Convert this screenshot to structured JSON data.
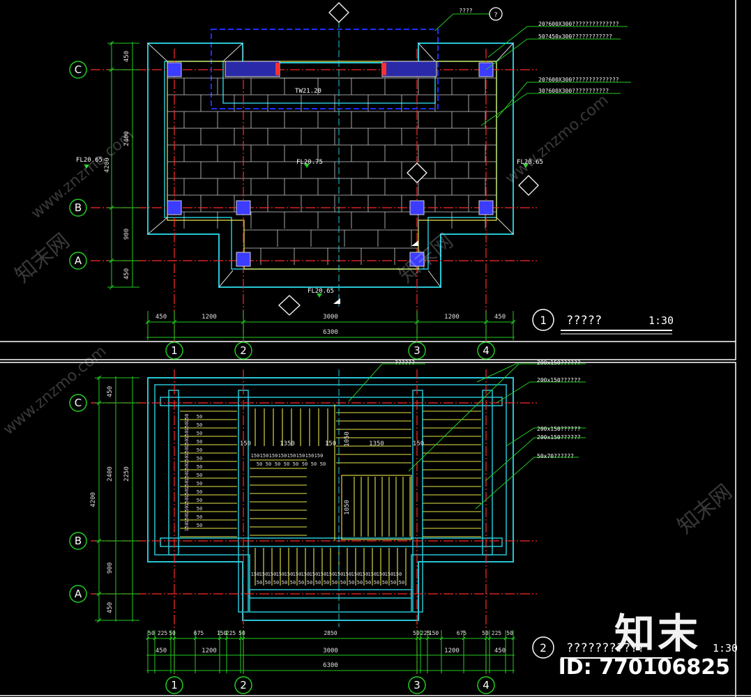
{
  "plan1": {
    "number": "1",
    "title": "?????",
    "scale": "1:30",
    "grid_rows": [
      "C",
      "B",
      "A"
    ],
    "grid_cols": [
      "1",
      "2",
      "3",
      "4"
    ],
    "dims_bottom": [
      "450",
      "1200",
      "3000",
      "1200",
      "450"
    ],
    "dim_total": "6300",
    "dims_left": [
      "450",
      "2400",
      "900",
      "450"
    ],
    "dim_left_total": "4200",
    "levels": {
      "tw": "TW21.20",
      "fl_center": "FL20.75",
      "fl_left": "FL20.65",
      "fl_right": "FL20.65",
      "fl_bottom": "FL20.65"
    },
    "notes": [
      "20?600X300??????????????",
      "50?450x300????????????",
      "20?600X300??????????????",
      "30?600X300???????????"
    ],
    "top_note": "????",
    "marker": "?"
  },
  "plan2": {
    "number": "2",
    "title": "???????????",
    "scale": "1:30",
    "grid_rows": [
      "C",
      "B",
      "A"
    ],
    "grid_cols": [
      "1",
      "2",
      "3",
      "4"
    ],
    "dims_bottom1": [
      "50",
      "225",
      "50",
      "675",
      "150",
      "225",
      "50",
      "2850",
      "50",
      "225",
      "150",
      "675",
      "50",
      "225",
      "50"
    ],
    "dims_bottom2": [
      "450",
      "1200",
      "3000",
      "1200",
      "450"
    ],
    "dim_total": "6300",
    "dims_left": [
      "450",
      "2400",
      "900",
      "450"
    ],
    "dim_left_total": "4200",
    "inner_dims": {
      "d1350a": "1350",
      "d1350b": "1350",
      "d150a": "150",
      "d150b": "150",
      "d150c": "150",
      "d1050a": "1050",
      "d1050b": "1050",
      "d2250": "2250"
    },
    "notes": [
      "??????",
      "200x150??????",
      "200x150??????",
      "200x150??????",
      "200x150??????",
      "50x70??????"
    ]
  },
  "id_text": "ID: 770106825",
  "logo_text": "知末",
  "watermark": "www.znzmo.com",
  "watermark_cn": "知末网"
}
